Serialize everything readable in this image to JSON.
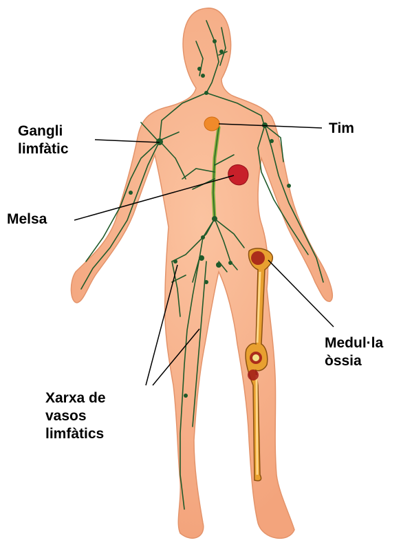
{
  "labels": {
    "gangli": [
      "Gangli",
      "limfàtic"
    ],
    "tim": "Tim",
    "melsa": "Melsa",
    "medulla": [
      "Medul·la",
      "òssia"
    ],
    "xarxa": [
      "Xarxa de",
      "vasos",
      "limfàtics"
    ]
  },
  "colors": {
    "skin": "#f8b48e",
    "skin_outline": "#e3936a",
    "lymph": "#1f5a2a",
    "thymus": "#f08a2a",
    "spleen": "#c8202a",
    "bone": "#e8a030",
    "marrow": "#a01818"
  }
}
